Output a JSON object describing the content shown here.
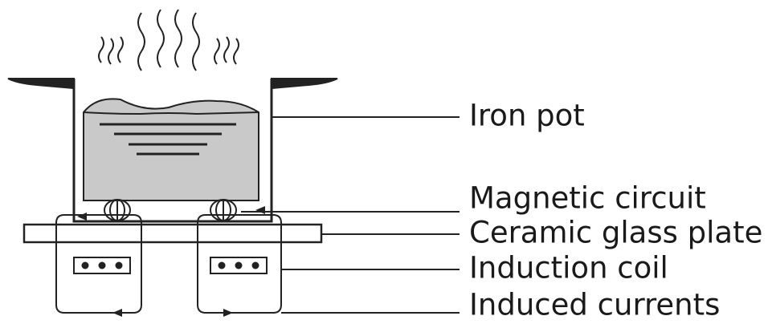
{
  "labels": {
    "iron_pot": "Iron pot",
    "magnetic_circuit": "Magnetic circuit",
    "ceramic_glass_plate": "Ceramic glass plate",
    "induction_coil": "Induction coil",
    "induced_currents": "Induced currents"
  },
  "colors": {
    "stroke": "#222222",
    "liquid": "#c9c9c9",
    "label": "#1a1a1a"
  }
}
